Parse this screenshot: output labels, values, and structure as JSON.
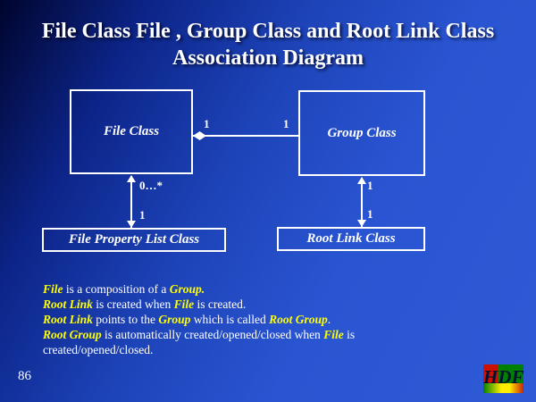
{
  "slide": {
    "title": {
      "line1": "File Class File , Group Class and Root Link Class",
      "line2": "Association Diagram"
    },
    "page_number": "86",
    "logo": {
      "text": "HDF"
    }
  },
  "diagram": {
    "file_class_label": "File Class",
    "group_class_label": "Group Class",
    "file_property_list_label": "File Property List Class",
    "root_link_label": "Root Link Class",
    "multiplicity": {
      "assoc_left": "1",
      "assoc_right": "1",
      "file_prop_upper": "0…*",
      "file_prop_lower": "1",
      "root_link_upper": "1",
      "root_link_lower": "1"
    }
  },
  "notes": {
    "lines": [
      {
        "segments": [
          {
            "text": "File",
            "highlight": true
          },
          {
            "text": " is a composition of a ",
            "highlight": false
          },
          {
            "text": "Group.",
            "highlight": true
          }
        ]
      },
      {
        "segments": [
          {
            "text": "Root Link",
            "highlight": true
          },
          {
            "text": " is created when ",
            "highlight": false
          },
          {
            "text": "File",
            "highlight": true
          },
          {
            "text": " is created.",
            "highlight": false
          }
        ]
      },
      {
        "segments": [
          {
            "text": "Root Link",
            "highlight": true
          },
          {
            "text": " points to the ",
            "highlight": false
          },
          {
            "text": "Group",
            "highlight": true
          },
          {
            "text": " which is called ",
            "highlight": false
          },
          {
            "text": "Root Group",
            "highlight": true
          },
          {
            "text": ".",
            "highlight": false
          }
        ]
      },
      {
        "segments": [
          {
            "text": "Root Group",
            "highlight": true
          },
          {
            "text": " is automatically created/opened/closed when ",
            "highlight": false
          },
          {
            "text": "File",
            "highlight": true
          },
          {
            "text": " is",
            "highlight": false
          }
        ]
      },
      {
        "segments": [
          {
            "text": "created/opened/closed.",
            "highlight": false
          }
        ]
      }
    ]
  },
  "colors": {
    "background_top": "#00052e",
    "background_main": "#2a55d2",
    "text": "#ffffff",
    "highlight": "#ffff00",
    "logo_red": "#cc1100",
    "logo_green": "#008000",
    "logo_text": "#001133"
  }
}
